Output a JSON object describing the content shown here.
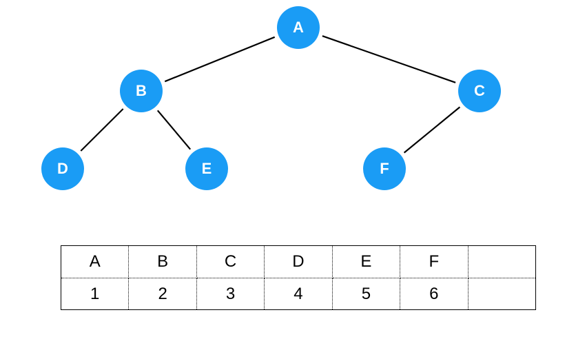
{
  "colors": {
    "node_fill": "#1a9cf5",
    "node_text": "#ffffff",
    "edge": "#000000"
  },
  "tree": {
    "nodes": [
      {
        "id": "A",
        "label": "A"
      },
      {
        "id": "B",
        "label": "B"
      },
      {
        "id": "C",
        "label": "C"
      },
      {
        "id": "D",
        "label": "D"
      },
      {
        "id": "E",
        "label": "E"
      },
      {
        "id": "F",
        "label": "F"
      }
    ],
    "edges": [
      {
        "from": "A",
        "to": "B"
      },
      {
        "from": "A",
        "to": "C"
      },
      {
        "from": "B",
        "to": "D"
      },
      {
        "from": "B",
        "to": "E"
      },
      {
        "from": "C",
        "to": "F"
      }
    ]
  },
  "table": {
    "keys": [
      "A",
      "B",
      "C",
      "D",
      "E",
      "F",
      ""
    ],
    "indices": [
      "1",
      "2",
      "3",
      "4",
      "5",
      "6",
      ""
    ]
  }
}
